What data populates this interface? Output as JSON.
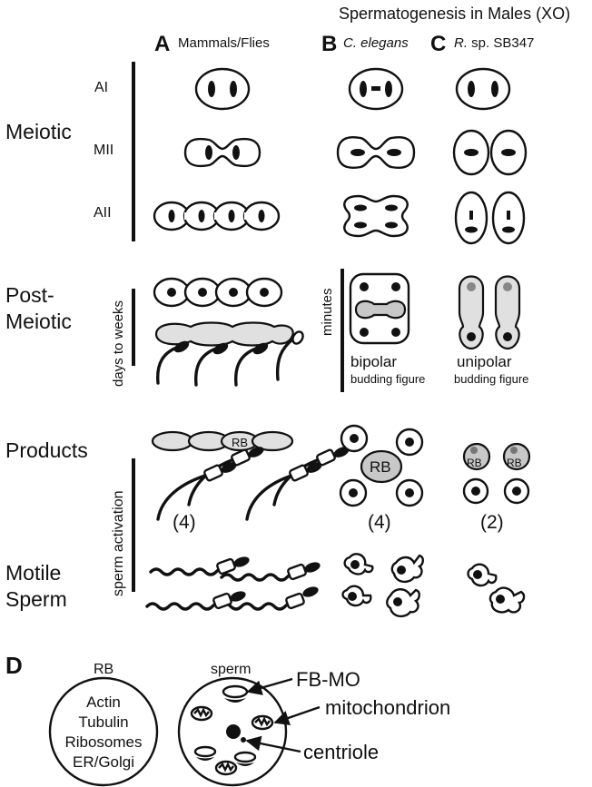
{
  "header": {
    "title": "Spermatogenesis in Males (XO)"
  },
  "columns": [
    {
      "letter": "A",
      "label": "Mammals/Flies",
      "italic": ""
    },
    {
      "letter": "B",
      "label": "",
      "italic": "C. elegans"
    },
    {
      "letter": "C",
      "label": " sp. SB347",
      "italic": "R."
    }
  ],
  "rows": {
    "meiotic": "Meiotic",
    "post_meiotic_1": "Post-",
    "post_meiotic_2": "Meiotic",
    "products": "Products",
    "motile_1": "Motile",
    "motile_2": "Sperm"
  },
  "stages": {
    "ai": "AI",
    "mii": "MII",
    "aii": "AII"
  },
  "timing": {
    "days": "days to weeks",
    "minutes": "minutes",
    "activation": "sperm activation"
  },
  "budding": {
    "bipolar": "bipolar",
    "bipolar_sub": "budding figure",
    "unipolar": "unipolar",
    "unipolar_sub": "budding figure"
  },
  "products": {
    "rb": "RB",
    "count_a": "(4)",
    "count_b": "(4)",
    "count_c": "(2)"
  },
  "panel_d": {
    "letter": "D",
    "rb_title": "RB",
    "rb_contents": [
      "Actin",
      "Tubulin",
      "Ribosomes",
      "ER/Golgi"
    ],
    "sperm_title": "sperm",
    "labels": {
      "fbmo": "FB-MO",
      "mito": "mitochondrion",
      "centriole": "centriole"
    }
  },
  "colors": {
    "ink": "#111111",
    "gray": "#d6d6d6",
    "dark_gray": "#888888"
  }
}
